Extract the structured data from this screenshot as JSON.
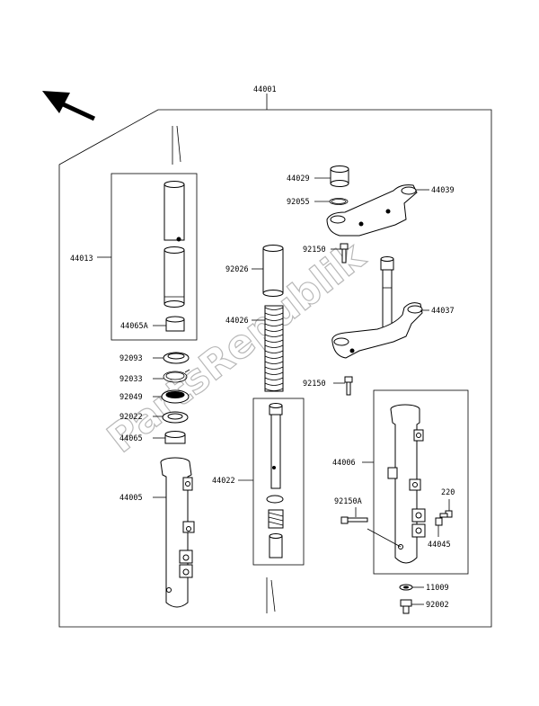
{
  "watermark": "PartsRepublik",
  "labels": {
    "l44001": "44001",
    "l44013": "44013",
    "l44065A": "44065A",
    "l92093": "92093",
    "l92033": "92033",
    "l92049": "92049",
    "l92022": "92022",
    "l44065": "44065",
    "l44005": "44005",
    "l92026": "92026",
    "l44026": "44026",
    "l44022": "44022",
    "l44029": "44029",
    "l92055": "92055",
    "l44039": "44039",
    "l92150a": "92150",
    "l44037": "44037",
    "l92150b": "92150",
    "l44006": "44006",
    "l92150A": "92150A",
    "l220": "220",
    "l44045": "44045",
    "l11009": "11009",
    "l92002": "92002"
  }
}
